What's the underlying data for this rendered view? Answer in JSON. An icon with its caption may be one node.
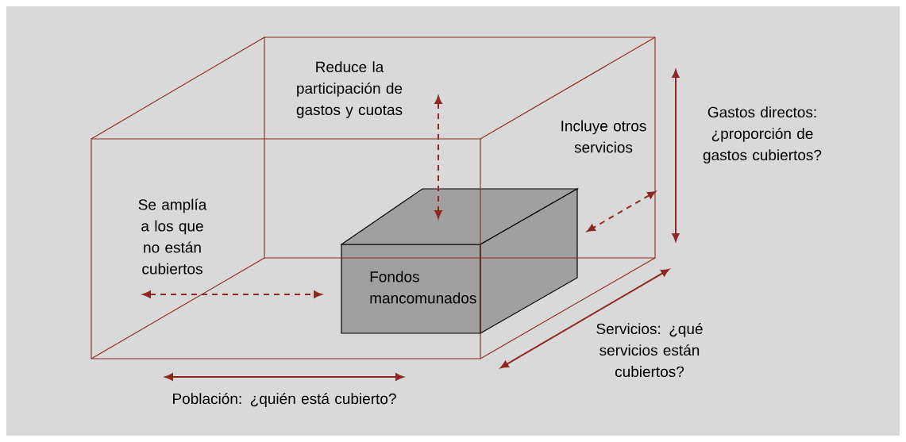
{
  "diagram": {
    "nodes": [
      {
        "text": [
          "Fondos mancomunados"
        ]
      }
    ],
    "labels": [
      "Reduce la participación de gastos y cuotas",
      "Incluye otros servicios",
      "Gastos directos: ¿proporción de gastos cubiertos?",
      "Se amplía a los que no están cubiertos",
      "Servicios: ¿qué servicios están cubiertos?",
      "Población: ¿quién está cubierto?"
    ]
  }
}
